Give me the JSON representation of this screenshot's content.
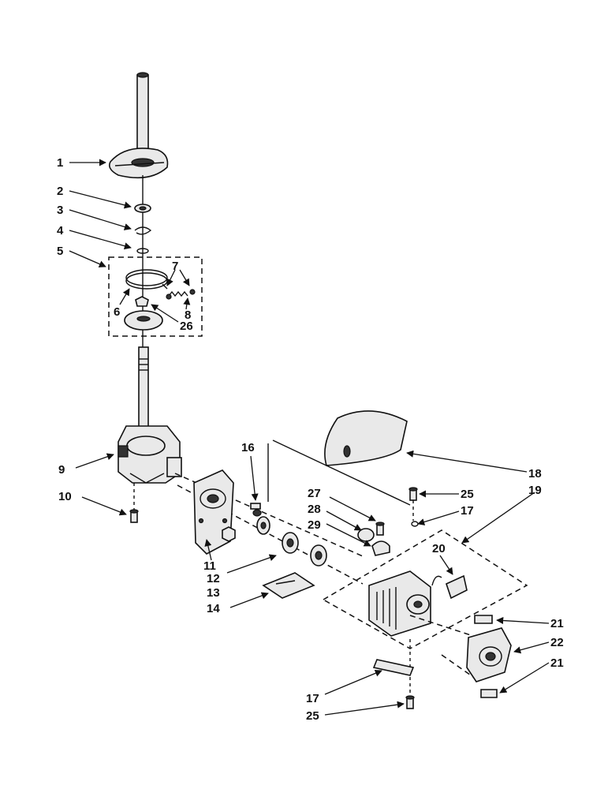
{
  "callouts": [
    "1",
    "2",
    "3",
    "4",
    "5",
    "6",
    "7",
    "8",
    "26",
    "9",
    "10",
    "16",
    "11",
    "12",
    "13",
    "14",
    "27",
    "28",
    "29",
    "25",
    "17",
    "18",
    "19",
    "20",
    "21",
    "22",
    "21",
    "17",
    "25"
  ]
}
